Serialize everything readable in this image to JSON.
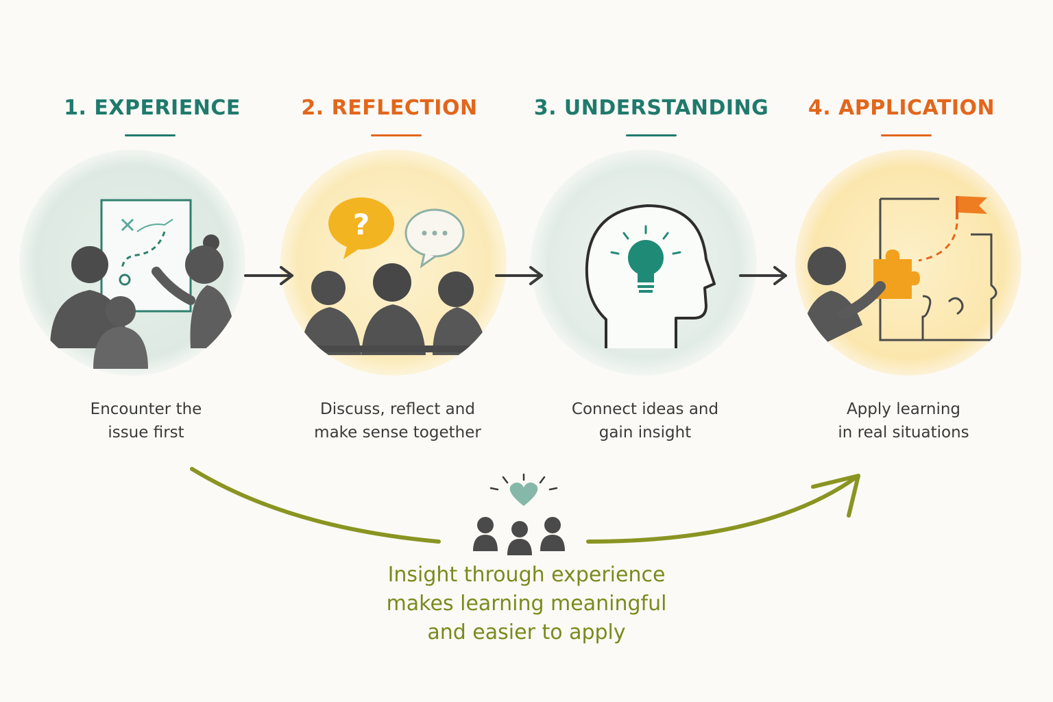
{
  "steps": [
    {
      "title": "1. EXPERIENCE",
      "color": "#1f7a6c",
      "desc_lines": [
        "Encounter the",
        "issue first"
      ],
      "icon": "team-at-whiteboard-icon"
    },
    {
      "title": "2. REFLECTION",
      "color": "#e2661c",
      "desc_lines": [
        "Discuss, reflect and",
        "make sense together"
      ],
      "icon": "group-discussion-icon"
    },
    {
      "title": "3. UNDERSTANDING",
      "color": "#1f7a6c",
      "desc_lines": [
        "Connect ideas and",
        "gain insight"
      ],
      "icon": "head-lightbulb-icon"
    },
    {
      "title": "4. APPLICATION",
      "color": "#e2661c",
      "desc_lines": [
        "Apply learning",
        "in real situations"
      ],
      "icon": "puzzle-flag-icon"
    }
  ],
  "summary": {
    "lines": [
      "Insight through experience",
      "makes learning meaningful",
      "and easier to apply"
    ],
    "color": "#7a8a1c",
    "icon": "community-heart-icon"
  },
  "colors": {
    "teal": "#1f7a6c",
    "orange": "#e2661c",
    "olive": "#7a8a1c",
    "mint_wash": "#e3eee8",
    "yellow_wash": "#fbecc0",
    "figure_gray": "#4a4a4a"
  }
}
